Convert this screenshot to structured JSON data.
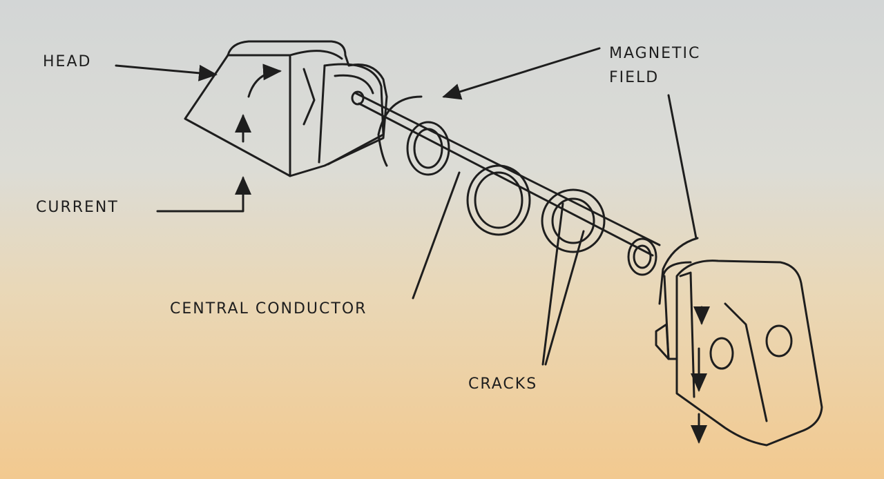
{
  "labels": {
    "head": "HEAD",
    "current": "CURRENT",
    "magnetic": "MAGNETIC",
    "field": "FIELD",
    "central_conductor": "CENTRAL CONDUCTOR",
    "cracks": "CRACKS"
  },
  "colors": {
    "ink": "#1e1e1e",
    "paper_top": "#d3d6d6",
    "paper_bottom": "#f2c98f"
  }
}
